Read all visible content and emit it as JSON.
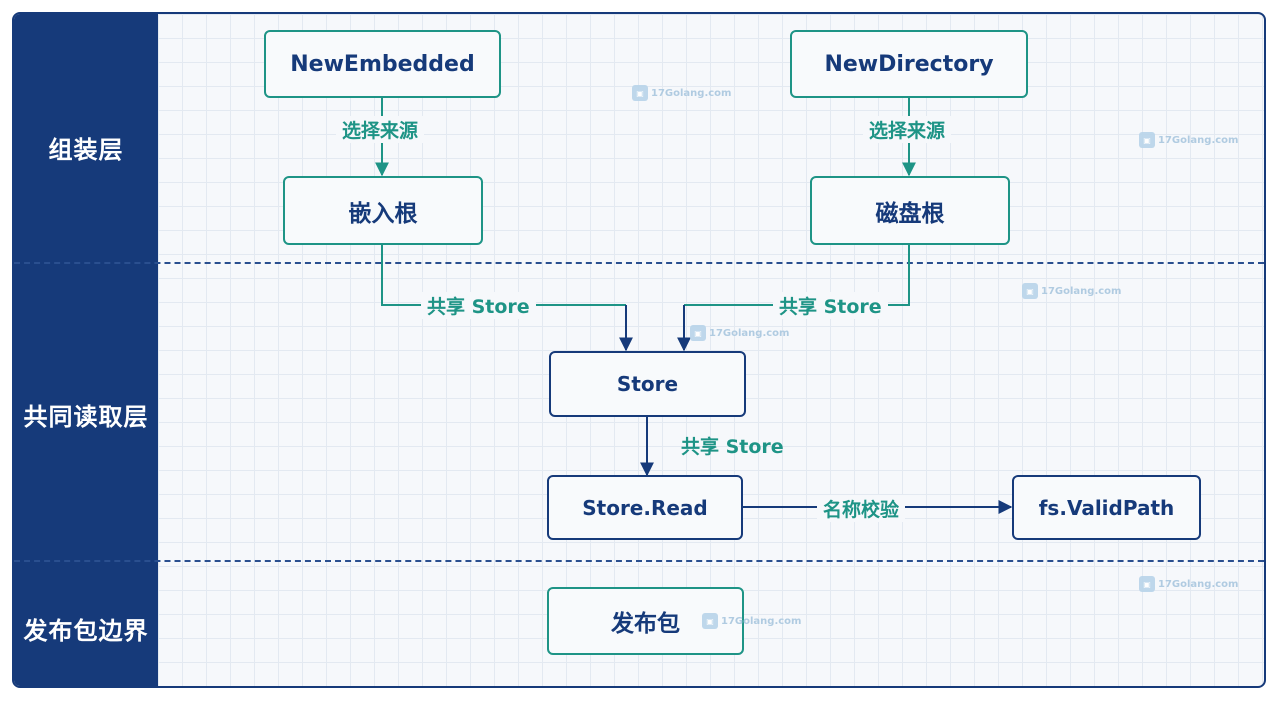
{
  "colors": {
    "navy": "#163a7a",
    "teal": "#1e9486",
    "grid_bg": "#f6f8fb"
  },
  "layers": [
    {
      "id": "assembly",
      "label": "组装层"
    },
    {
      "id": "shared_read",
      "label": "共同读取层"
    },
    {
      "id": "release",
      "label": "发布包边界"
    }
  ],
  "nodes": {
    "new_embedded": "NewEmbedded",
    "new_directory": "NewDirectory",
    "embedded_root": "嵌入根",
    "disk_root": "磁盘根",
    "store": "Store",
    "store_read": "Store.Read",
    "fs_validpath": "fs.ValidPath",
    "release_pkg": "发布包"
  },
  "edges": {
    "select_source_left": "选择来源",
    "select_source_right": "选择来源",
    "share_store_left": "共享 Store",
    "share_store_right": "共享 Store",
    "share_store_down": "共享 Store",
    "name_check": "名称校验"
  },
  "watermark": {
    "text": "17Golang.com",
    "icon": "watermark-logo-icon"
  }
}
